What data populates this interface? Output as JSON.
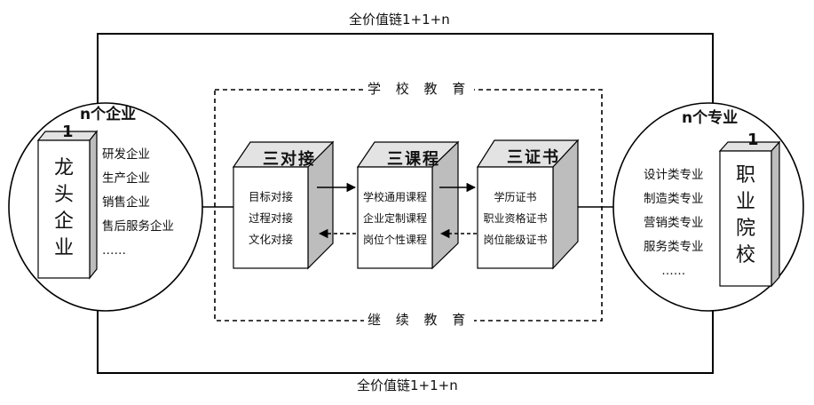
{
  "value_chain": {
    "top_label": "全价值链1+1+n",
    "bottom_label": "全价值链1+1+n"
  },
  "education": {
    "top_label": "学 校 教 育",
    "bottom_label": "继 续 教 育"
  },
  "enterprise": {
    "header": "n个企业",
    "count_label": "1",
    "block_chars": [
      "龙",
      "头",
      "企",
      "业"
    ],
    "items": [
      "研发企业",
      "生产企业",
      "销售企业",
      "售后服务企业",
      "……"
    ]
  },
  "school": {
    "header": "n个专业",
    "count_label": "1",
    "block_chars": [
      "职",
      "业",
      "院",
      "校"
    ],
    "items": [
      "设计类专业",
      "制造类专业",
      "营销类专业",
      "服务类专业",
      "……"
    ]
  },
  "boxes": [
    {
      "title": "三对接",
      "items": [
        "目标对接",
        "过程对接",
        "文化对接"
      ]
    },
    {
      "title": "三课程",
      "items": [
        "学校通用课程",
        "企业定制课程",
        "岗位个性课程"
      ]
    },
    {
      "title": "三证书",
      "items": [
        "学历证书",
        "职业资格证书",
        "岗位能级证书"
      ]
    }
  ],
  "colors": {
    "line": "#000000",
    "block_side": "#bdbdbd",
    "block_top": "#e3e3e3",
    "face": "#ffffff"
  }
}
